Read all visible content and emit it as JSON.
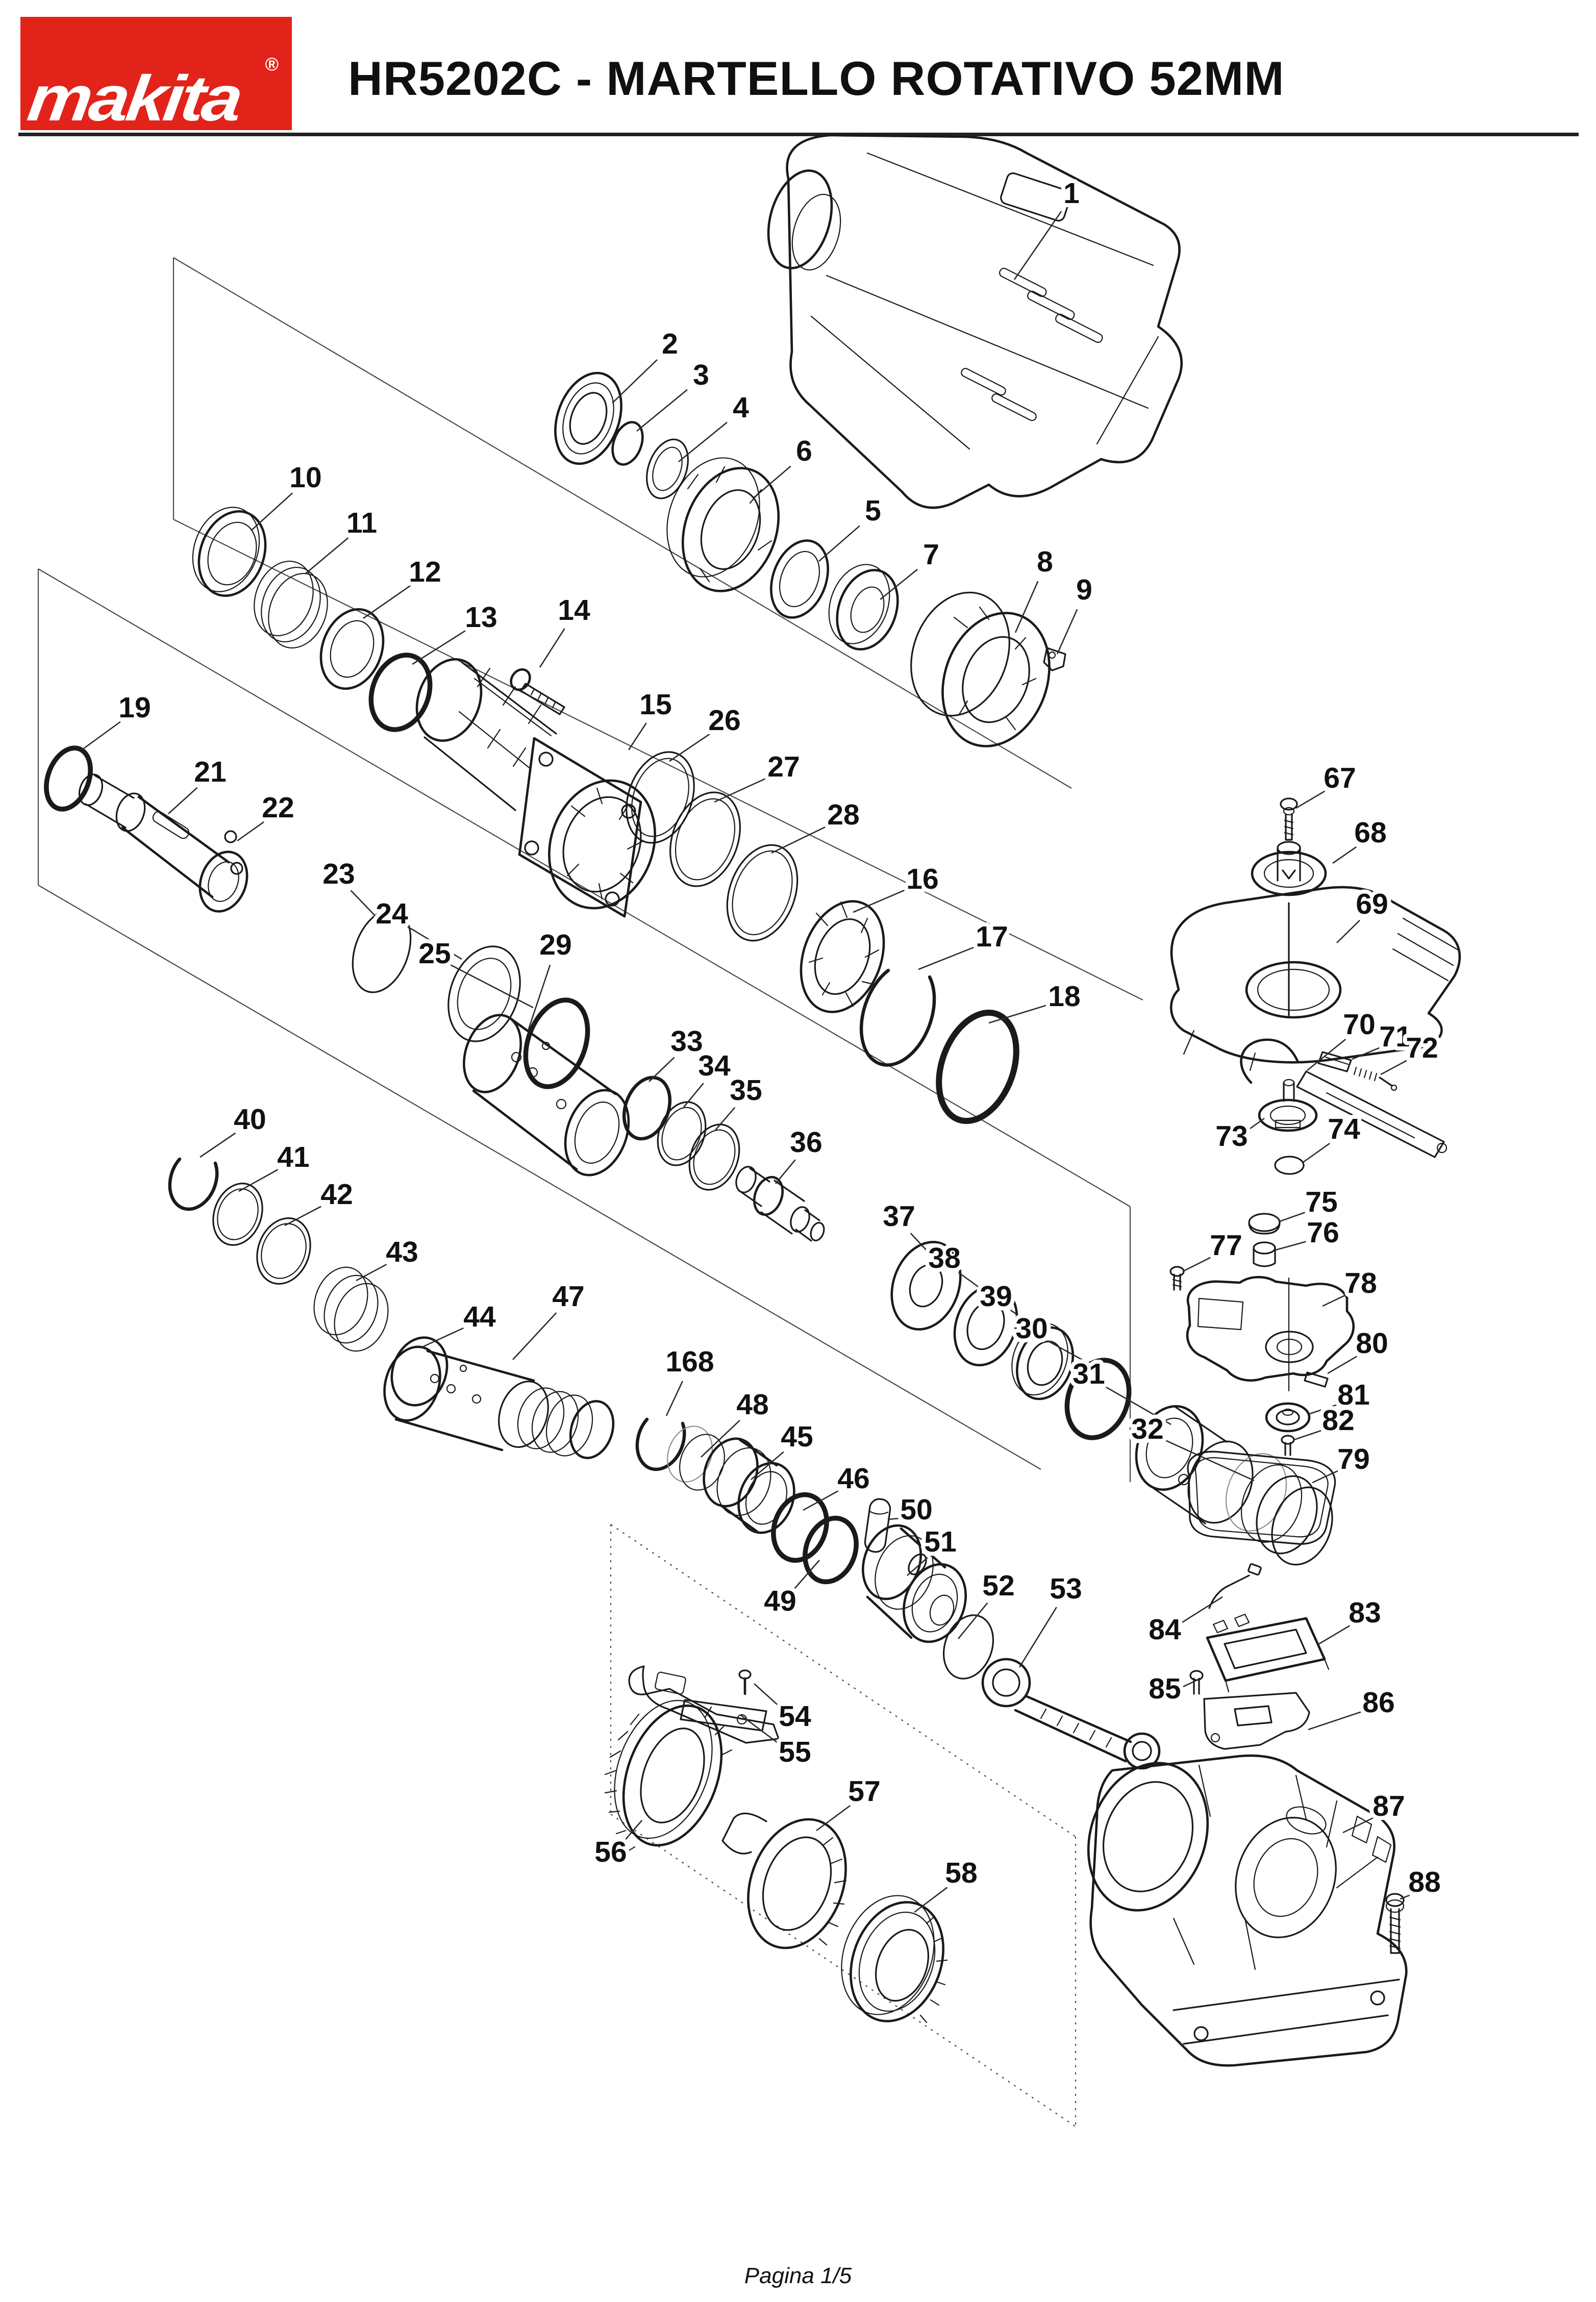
{
  "header": {
    "brand": "makita",
    "registered": "®",
    "title": "HR5202C - MARTELLO ROTATIVO 52MM",
    "brand_color": "#e2231a"
  },
  "footer": {
    "page_label": "Pagina 1/5"
  },
  "diagram": {
    "parts": [
      [
        "1",
        2100,
        378,
        1988,
        548
      ],
      [
        "2",
        1313,
        673,
        1200,
        790
      ],
      [
        "3",
        1374,
        734,
        1248,
        845
      ],
      [
        "4",
        1452,
        798,
        1330,
        905
      ],
      [
        "6",
        1576,
        883,
        1478,
        975
      ],
      [
        "5",
        1711,
        1000,
        1605,
        1100
      ],
      [
        "7",
        1825,
        1086,
        1725,
        1175
      ],
      [
        "8",
        2048,
        1100,
        1990,
        1240
      ],
      [
        "9",
        2125,
        1155,
        2072,
        1282
      ],
      [
        "10",
        599,
        935,
        492,
        1040
      ],
      [
        "11",
        709,
        1024,
        598,
        1125
      ],
      [
        "12",
        833,
        1120,
        712,
        1212
      ],
      [
        "13",
        943,
        1209,
        808,
        1302
      ],
      [
        "14",
        1125,
        1195,
        1058,
        1308
      ],
      [
        "15",
        1285,
        1380,
        1232,
        1470
      ],
      [
        "26",
        1420,
        1411,
        1312,
        1492
      ],
      [
        "27",
        1536,
        1502,
        1400,
        1572
      ],
      [
        "28",
        1653,
        1596,
        1512,
        1672
      ],
      [
        "16",
        1808,
        1722,
        1672,
        1788
      ],
      [
        "17",
        1944,
        1835,
        1800,
        1900
      ],
      [
        "18",
        2086,
        1952,
        1938,
        2005
      ],
      [
        "19",
        264,
        1386,
        160,
        1470
      ],
      [
        "21",
        412,
        1512,
        330,
        1595
      ],
      [
        "22",
        545,
        1582,
        465,
        1648
      ],
      [
        "23",
        664,
        1712,
        740,
        1800
      ],
      [
        "24",
        768,
        1790,
        905,
        1880
      ],
      [
        "25",
        852,
        1868,
        1045,
        1975
      ],
      [
        "29",
        1089,
        1851,
        1035,
        2020
      ],
      [
        "33",
        1346,
        2040,
        1272,
        2120
      ],
      [
        "34",
        1400,
        2088,
        1340,
        2170
      ],
      [
        "35",
        1462,
        2136,
        1402,
        2215
      ],
      [
        "36",
        1580,
        2238,
        1520,
        2320
      ],
      [
        "37",
        1762,
        2383,
        1820,
        2455
      ],
      [
        "38",
        1851,
        2465,
        1935,
        2535
      ],
      [
        "39",
        1952,
        2540,
        2050,
        2615
      ],
      [
        "30",
        2022,
        2603,
        2148,
        2680
      ],
      [
        "31",
        2134,
        2692,
        2295,
        2792
      ],
      [
        "32",
        2249,
        2800,
        2458,
        2902
      ],
      [
        "40",
        490,
        2193,
        392,
        2268
      ],
      [
        "41",
        575,
        2267,
        468,
        2335
      ],
      [
        "42",
        660,
        2340,
        558,
        2402
      ],
      [
        "43",
        788,
        2453,
        698,
        2510
      ],
      [
        "44",
        940,
        2580,
        828,
        2640
      ],
      [
        "47",
        1114,
        2540,
        1005,
        2665
      ],
      [
        "168",
        1352,
        2668,
        1306,
        2775
      ],
      [
        "48",
        1475,
        2752,
        1374,
        2856
      ],
      [
        "45",
        1562,
        2815,
        1472,
        2900
      ],
      [
        "46",
        1673,
        2897,
        1574,
        2960
      ],
      [
        "50",
        1796,
        2958,
        1740,
        2978
      ],
      [
        "49",
        1529,
        3137,
        1606,
        3058
      ],
      [
        "51",
        1843,
        3021,
        1778,
        3088
      ],
      [
        "52",
        1957,
        3107,
        1878,
        3212
      ],
      [
        "53",
        2089,
        3113,
        1998,
        3268
      ],
      [
        "54",
        1558,
        3363,
        1478,
        3300
      ],
      [
        "55",
        1558,
        3433,
        1452,
        3362
      ],
      [
        "56",
        1197,
        3629,
        1258,
        3568
      ],
      [
        "57",
        1694,
        3510,
        1600,
        3588
      ],
      [
        "58",
        1884,
        3670,
        1792,
        3748
      ],
      [
        "67",
        2626,
        1524,
        2540,
        1584
      ],
      [
        "68",
        2686,
        1631,
        2612,
        1692
      ],
      [
        "69",
        2689,
        1771,
        2620,
        1848
      ],
      [
        "70",
        2664,
        2007,
        2562,
        2098
      ],
      [
        "71",
        2735,
        2031,
        2650,
        2076
      ],
      [
        "72",
        2787,
        2053,
        2706,
        2106
      ],
      [
        "73",
        2414,
        2226,
        2478,
        2192
      ],
      [
        "74",
        2634,
        2212,
        2554,
        2278
      ],
      [
        "75",
        2590,
        2355,
        2508,
        2394
      ],
      [
        "76",
        2593,
        2415,
        2500,
        2450
      ],
      [
        "77",
        2403,
        2440,
        2318,
        2492
      ],
      [
        "78",
        2667,
        2514,
        2592,
        2560
      ],
      [
        "80",
        2689,
        2632,
        2602,
        2692
      ],
      [
        "81",
        2653,
        2733,
        2564,
        2772
      ],
      [
        "82",
        2623,
        2783,
        2536,
        2822
      ],
      [
        "79",
        2653,
        2859,
        2572,
        2906
      ],
      [
        "84",
        2283,
        3193,
        2396,
        3130
      ],
      [
        "83",
        2675,
        3160,
        2582,
        3224
      ],
      [
        "85",
        2283,
        3309,
        2344,
        3294
      ],
      [
        "86",
        2702,
        3336,
        2564,
        3390
      ],
      [
        "87",
        2722,
        3539,
        2632,
        3592
      ],
      [
        "88",
        2792,
        3688,
        2744,
        3722
      ]
    ]
  }
}
